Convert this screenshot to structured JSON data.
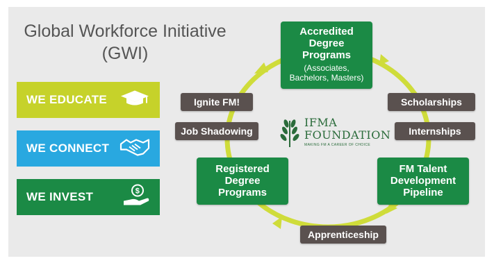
{
  "title": {
    "line1": "Global Workforce Initiative",
    "line2": "(GWI)"
  },
  "pills": [
    {
      "label": "WE EDUCATE",
      "color": "#c6d22a",
      "icon": "graduation-cap-icon"
    },
    {
      "label": "WE CONNECT",
      "color": "#29a8e0",
      "icon": "handshake-icon"
    },
    {
      "label": "WE INVEST",
      "color": "#1b8a45",
      "icon": "hand-money-icon"
    }
  ],
  "cycle": {
    "accredited": {
      "title": "Accredited Degree Programs",
      "line1": "Accredited",
      "line2": "Degree",
      "line3": "Programs",
      "sub1": "(Associates,",
      "sub2": "Bachelors, Masters)"
    },
    "talent": {
      "line1": "FM Talent",
      "line2": "Development",
      "line3": "Pipeline"
    },
    "registered": {
      "line1": "Registered",
      "line2": "Degree",
      "line3": "Programs"
    },
    "scholarships": "Scholarships",
    "internships": "Internships",
    "apprenticeship": "Apprenticeship",
    "job_shadowing": "Job Shadowing",
    "ignite": "Ignite FM!"
  },
  "logo": {
    "line1": "IFMA",
    "line2": "FOUNDATION",
    "tagline": "MAKING FM A CAREER OF CHOICE"
  },
  "colors": {
    "ring": "#cfdc3a",
    "green": "#1b8a45",
    "dark": "#5a514f",
    "panel": "#eaeaea"
  }
}
